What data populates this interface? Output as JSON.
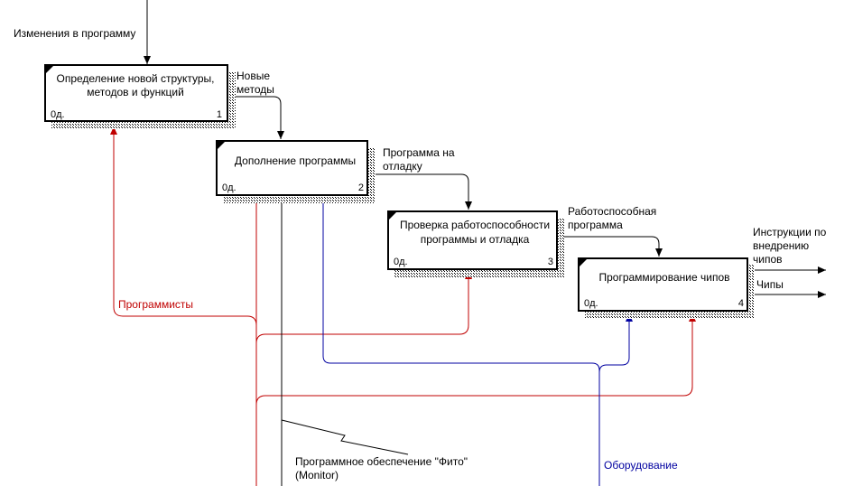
{
  "colors": {
    "black": "#000000",
    "red": "#c00000",
    "blue": "#0000a0"
  },
  "boxes": [
    {
      "title": [
        "Определение новой структуры,",
        "методов и функций"
      ],
      "cost": "0д.",
      "num": "1"
    },
    {
      "title": [
        "Дополнение программы"
      ],
      "cost": "0д.",
      "num": "2"
    },
    {
      "title": [
        "Проверка работоспособности",
        "программы и отладка"
      ],
      "cost": "0д.",
      "num": "3"
    },
    {
      "title": [
        "Программирование чипов"
      ],
      "cost": "0д.",
      "num": "4"
    }
  ],
  "labels": {
    "input_changes": "Изменения в программу",
    "new_methods": [
      "Новые",
      "методы"
    ],
    "program_debug": [
      "Программа на",
      "отладку"
    ],
    "working_program": [
      "Работоспособная",
      "программа"
    ],
    "instructions": [
      "Инструкции по",
      "внедрению",
      "чипов"
    ],
    "chips": "Чипы",
    "programmers": "Программисты",
    "software": [
      "Программное обеспечение \"Фито\"",
      "(Monitor)"
    ],
    "equipment": "Оборудование"
  }
}
